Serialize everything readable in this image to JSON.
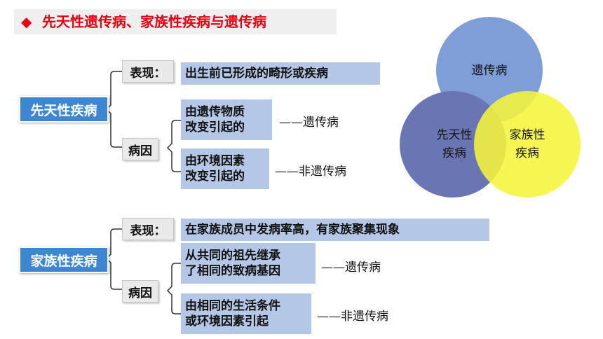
{
  "title": {
    "bullet": "◆",
    "text": "先天性遗传病、家族性疾病与遗传病"
  },
  "congenital": {
    "name": "先天性疾病",
    "manifestation_label": "表现：",
    "manifestation_text": "出生前已形成的畸形或疾病",
    "cause_label": "病因",
    "causes": [
      {
        "line1": "由遗传物质",
        "line2": "改变引起的",
        "result": "——遗传病"
      },
      {
        "line1": "由环境因素",
        "line2": "改变引起的",
        "result": "——非遗传病"
      }
    ]
  },
  "familial": {
    "name": "家族性疾病",
    "manifestation_label": "表现：",
    "manifestation_text": "在家族成员中发病率高，有家族聚集现象",
    "cause_label": "病因",
    "causes": [
      {
        "line1": "从共同的祖先继承",
        "line2": "了相同的致病基因",
        "result": "——遗传病"
      },
      {
        "line1": "由相同的生活条件",
        "line2": "或环境因素引起",
        "result": "——非遗传病"
      }
    ]
  },
  "venn": {
    "circles": [
      {
        "label": "遗传病",
        "color": "#7f9ed8"
      },
      {
        "label_line1": "先天性",
        "label_line2": "疾病",
        "color": "#6a76b4"
      },
      {
        "label_line1": "家族性",
        "label_line2": "疾病",
        "color": "#f5f53a"
      }
    ]
  }
}
